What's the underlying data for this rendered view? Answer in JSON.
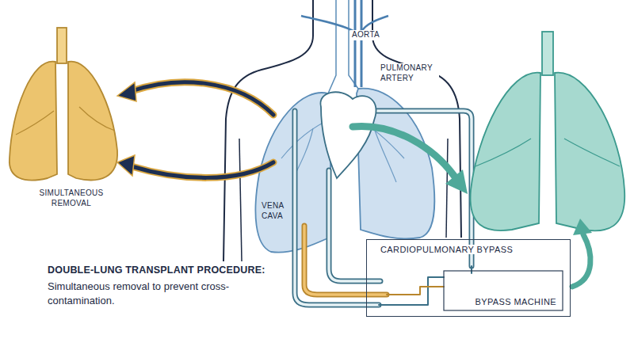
{
  "diagram": {
    "title": "DOUBLE-LUNG TRANSPLANT PROCEDURE:",
    "caption": "Simultaneous removal to prevent cross-contamination.",
    "nodes": [
      {
        "text": [
          "CARDIOPULMONARY BYPASS",
          "BYPASS MACHINE"
        ]
      }
    ],
    "labels": [
      "AORTA",
      "PULMONARY ARTERY",
      "SIMULTANEOUS REMOVAL",
      "VENA CAVA"
    ]
  }
}
